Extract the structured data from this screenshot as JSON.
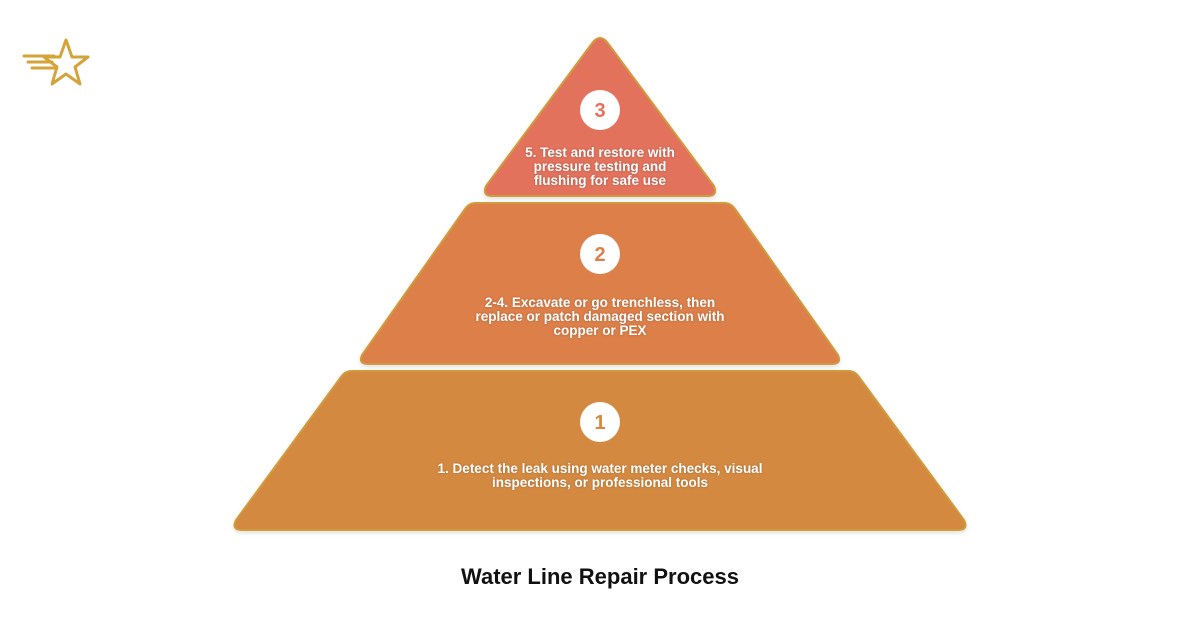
{
  "diagram": {
    "type": "pyramid",
    "title": "Water Line Repair Process",
    "tiers": [
      {
        "number": "3",
        "text": "5. Test and restore with pressure testing and flushing for safe use",
        "fill": "#E2725B"
      },
      {
        "number": "2",
        "text": "2-4. Excavate or go trenchless, then replace or patch damaged section with copper or PEX",
        "fill": "#DC7F48"
      },
      {
        "number": "1",
        "text": "1. Detect the leak using water meter checks, visual inspections, or professional tools",
        "fill": "#D4893F"
      }
    ],
    "colors": {
      "outline": "#D19A3A",
      "number_text_top": "#E2725B",
      "number_text_mid": "#DC7F48",
      "number_text_bottom": "#D4893F",
      "logo": "#D4A33A"
    },
    "icons": {
      "logo": "shooting-star-icon"
    }
  }
}
